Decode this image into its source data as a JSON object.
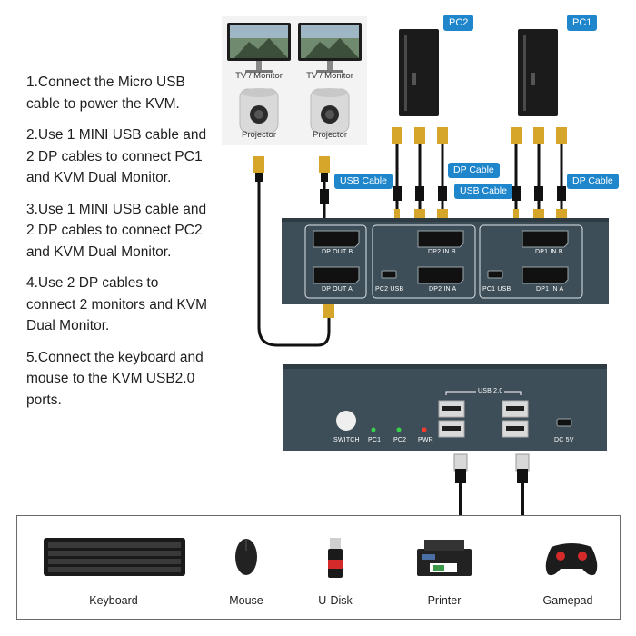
{
  "steps": [
    "1.Connect the Micro USB cable to power the KVM.",
    "2.Use 1 MINI USB cable and 2 DP cables to connect PC1 and KVM Dual Monitor.",
    "3.Use 1 MINI USB cable and 2 DP cables to connect PC2 and KVM Dual Monitor.",
    "4.Use 2 DP cables to connect 2 monitors and KVM Dual Monitor.",
    "5.Connect the keyboard and mouse to the KVM USB2.0 ports."
  ],
  "devices": {
    "monitor_label": "TV / Monitor",
    "projector_label": "Projector"
  },
  "pcs": {
    "pc2": "PC2",
    "pc1": "PC1"
  },
  "cable_tags": {
    "usb_left": "USB Cable",
    "dp_left": "DP Cable",
    "usb_right": "USB Cable",
    "dp_right": "DP Cable"
  },
  "back_panel": {
    "dp_out_b": "DP OUT B",
    "dp_out_a": "DP OUT A",
    "dp2_in_b": "DP2 IN B",
    "pc2_usb": "PC2 USB",
    "dp2_in_a": "DP2 IN A",
    "dp1_in_b": "DP1 IN B",
    "pc1_usb": "PC1 USB",
    "dp1_in_a": "DP1 IN A"
  },
  "front_panel": {
    "switch": "SWITCH",
    "pc1": "PC1",
    "pc2": "PC2",
    "pwr": "PWR",
    "usb": "USB 2.0",
    "dc": "DC 5V"
  },
  "peripherals": [
    "Keyboard",
    "Mouse",
    "U-Disk",
    "Printer",
    "Gamepad"
  ],
  "colors": {
    "tag_blue": "#1f86cc",
    "kvm_body": "#3e4e58",
    "led_green": "#37d24a",
    "led_red": "#ff3b2b"
  }
}
